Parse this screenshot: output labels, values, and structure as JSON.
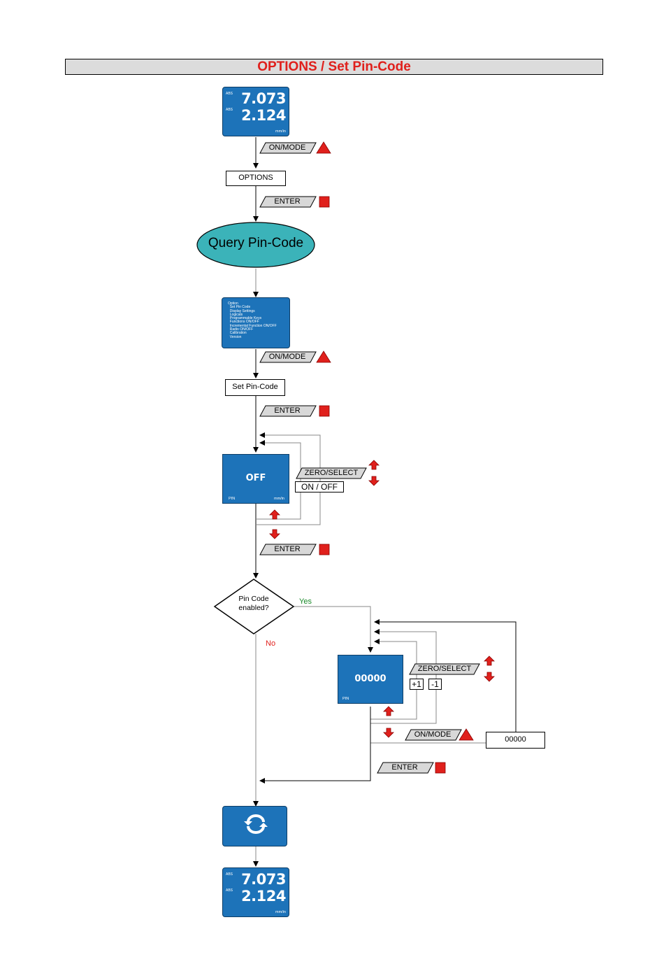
{
  "page": {
    "title": "OPTIONS / Set Pin-Code"
  },
  "display_top": {
    "value1": "7.073",
    "value2": "2.124",
    "abs1": "ABS",
    "abs2": "ABS",
    "unit": "mm/in"
  },
  "steps": {
    "on_mode_1": "ON/MODE",
    "options_box": "OPTIONS",
    "enter_1": "ENTER",
    "query_oval": "Query Pin-Code",
    "on_mode_2": "ON/MODE",
    "set_pin_box": "Set Pin-Code",
    "enter_2": "ENTER",
    "zero_select_1": "ZERO/SELECT",
    "on_off_box": "ON / OFF",
    "enter_3": "ENTER",
    "decision": "Pin Code\nenabled?",
    "yes": "Yes",
    "no": "No",
    "zero_select_2": "ZERO/SELECT",
    "plus_one": "+1",
    "minus_one": "-1",
    "on_mode_3": "ON/MODE",
    "code_box": "00000",
    "enter_4": "ENTER"
  },
  "option_menu": {
    "lines": "Option\n  Set Pin Code\n  Display Settings\n  Logicals\n  Programmable Keys\n  Functions ON/OFF\n  Incremental Function ON/OFF\n  Radio ON/OFF\n  Calibration\n  Version"
  },
  "pin_display": {
    "value": "OFF",
    "label": "PIN",
    "unit": "mm/in"
  },
  "pin_entry_display": {
    "value": "00000",
    "label": "PIN"
  },
  "display_bottom": {
    "value1": "7.073",
    "value2": "2.124",
    "abs1": "ABS",
    "abs2": "ABS",
    "unit": "mm/in"
  },
  "colors": {
    "title": "#e0201c",
    "lcd": "#1d73b9",
    "oval": "#3bb3b9",
    "key_fill": "#d8d8d8",
    "red_button": "#e0201c",
    "yes": "#1a8a2a",
    "no": "#e0201c"
  }
}
